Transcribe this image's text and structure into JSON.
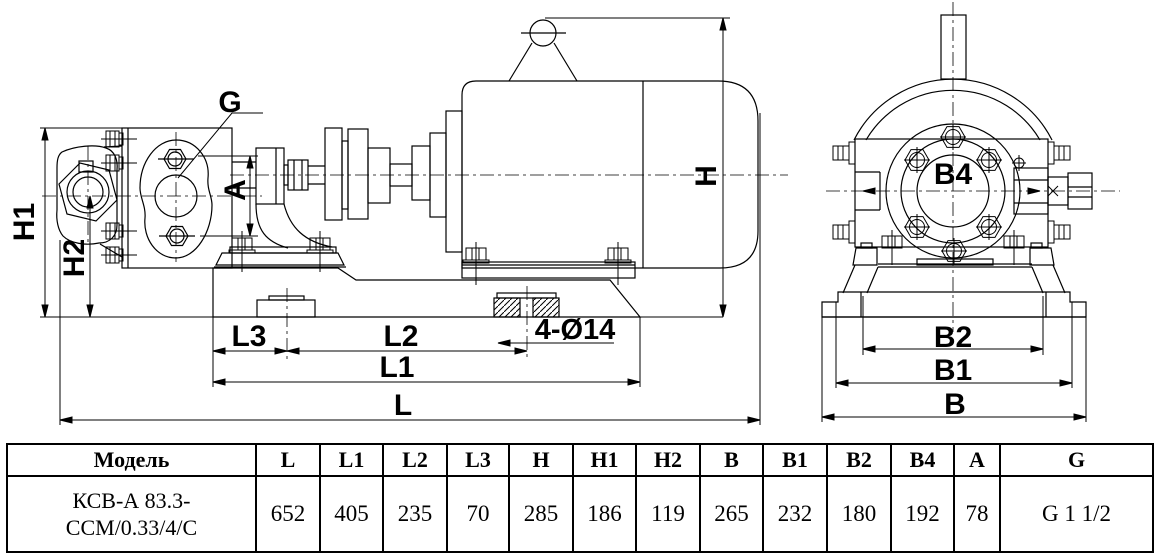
{
  "drawing": {
    "labels": {
      "g": "G",
      "a": "A",
      "h": "H",
      "h1": "H1",
      "h2": "H2",
      "l": "L",
      "l1": "L1",
      "l2": "L2",
      "l3": "L3",
      "b": "B",
      "b1": "B1",
      "b2": "B2",
      "b4": "B4",
      "holes": "4-Ø14"
    }
  },
  "table": {
    "headers": [
      "Модель",
      "L",
      "L1",
      "L2",
      "L3",
      "H",
      "H1",
      "H2",
      "B",
      "B1",
      "B2",
      "B4",
      "A",
      "G"
    ],
    "row": {
      "model_line1": "КСВ-А 83.3-",
      "model_line2": "ССМ/0.33/4/С",
      "values": [
        "652",
        "405",
        "235",
        "70",
        "285",
        "186",
        "119",
        "265",
        "232",
        "180",
        "192",
        "78",
        "G 1 1/2"
      ]
    }
  },
  "colors": {
    "line": "#000000",
    "background": "#ffffff"
  }
}
